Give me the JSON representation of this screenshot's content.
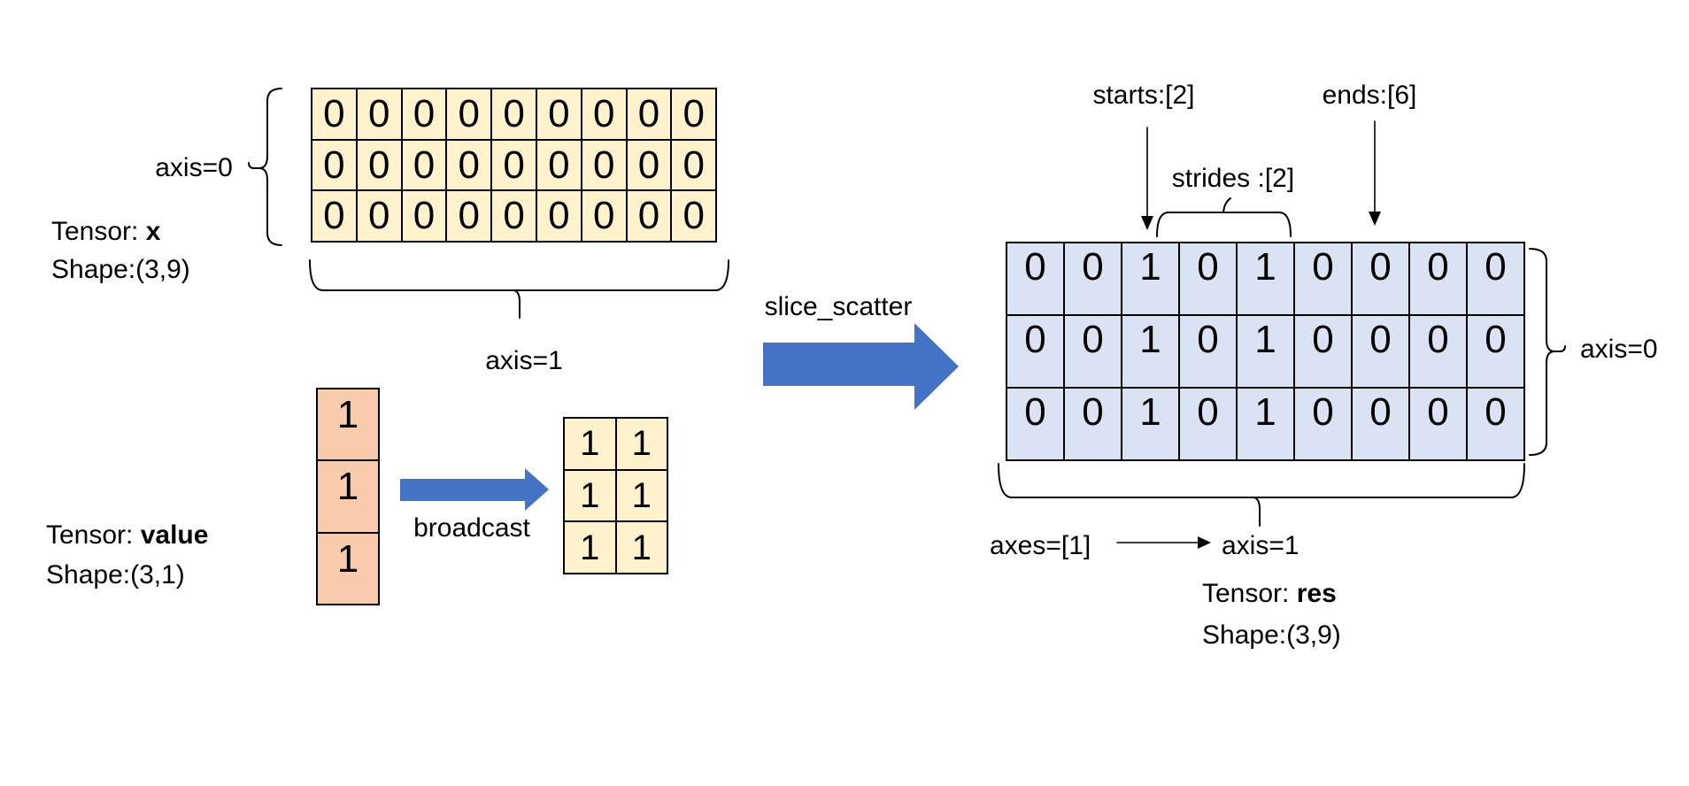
{
  "colors": {
    "cream": "#FFF2CC",
    "peach": "#F8CBAD",
    "lightBlue": "#DAE3F3",
    "arrowBlue": "#4472C4"
  },
  "tensorX": {
    "titlePrefix": "Tensor: ",
    "titleName": "x",
    "shape": "Shape:(3,9)",
    "axis0Label": "axis=0",
    "axis1Label": "axis=1",
    "grid": [
      [
        "0",
        "0",
        "0",
        "0",
        "0",
        "0",
        "0",
        "0",
        "0"
      ],
      [
        "0",
        "0",
        "0",
        "0",
        "0",
        "0",
        "0",
        "0",
        "0"
      ],
      [
        "0",
        "0",
        "0",
        "0",
        "0",
        "0",
        "0",
        "0",
        "0"
      ]
    ]
  },
  "tensorValue": {
    "titlePrefix": "Tensor: ",
    "titleName": "value",
    "shape": "Shape:(3,1)",
    "grid": [
      [
        "1"
      ],
      [
        "1"
      ],
      [
        "1"
      ]
    ]
  },
  "broadcast": {
    "label": "broadcast",
    "grid": [
      [
        "1",
        "1"
      ],
      [
        "1",
        "1"
      ],
      [
        "1",
        "1"
      ]
    ]
  },
  "sliceScatter": {
    "label": "slice_scatter"
  },
  "tensorRes": {
    "titlePrefix": "Tensor: ",
    "titleName": "res",
    "shape": "Shape:(3,9)",
    "startsLabel": "starts:[2]",
    "endsLabel": "ends:[6]",
    "stridesLabel": "strides :[2]",
    "axis0Label": "axis=0",
    "axesLabel": "axes=[1]",
    "axis1Label": "axis=1",
    "grid": [
      [
        "0",
        "0",
        "1",
        "0",
        "1",
        "0",
        "0",
        "0",
        "0"
      ],
      [
        "0",
        "0",
        "1",
        "0",
        "1",
        "0",
        "0",
        "0",
        "0"
      ],
      [
        "0",
        "0",
        "1",
        "0",
        "1",
        "0",
        "0",
        "0",
        "0"
      ]
    ]
  }
}
